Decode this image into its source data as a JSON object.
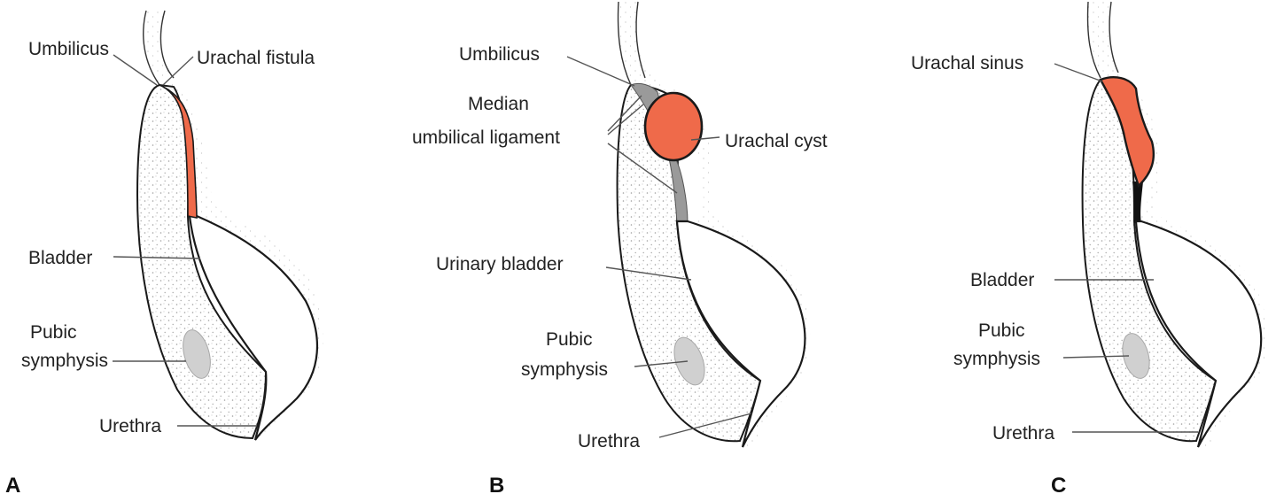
{
  "colors": {
    "urachal_remnant": "#ef6a4a",
    "ligament": "#9a9a9a",
    "pubic_symphysis": "#d0d0d0",
    "outline": "#1a1a1a",
    "stipple": "#9e9e9e"
  },
  "panels": [
    {
      "letter": "A",
      "labels": {
        "umbilicus": "Umbilicus",
        "urachal_fistula": "Urachal fistula",
        "bladder": "Bladder",
        "pubic_1": "Pubic",
        "pubic_2": "symphysis",
        "urethra": "Urethra"
      }
    },
    {
      "letter": "B",
      "labels": {
        "umbilicus": "Umbilicus",
        "median_1": "Median",
        "median_2": "umbilical ligament",
        "urachal_cyst": "Urachal cyst",
        "urinary_bladder": "Urinary bladder",
        "pubic_1": "Pubic",
        "pubic_2": "symphysis",
        "urethra": "Urethra"
      }
    },
    {
      "letter": "C",
      "labels": {
        "urachal_sinus": "Urachal sinus",
        "bladder": "Bladder",
        "pubic_1": "Pubic",
        "pubic_2": "symphysis",
        "urethra": "Urethra"
      }
    }
  ]
}
